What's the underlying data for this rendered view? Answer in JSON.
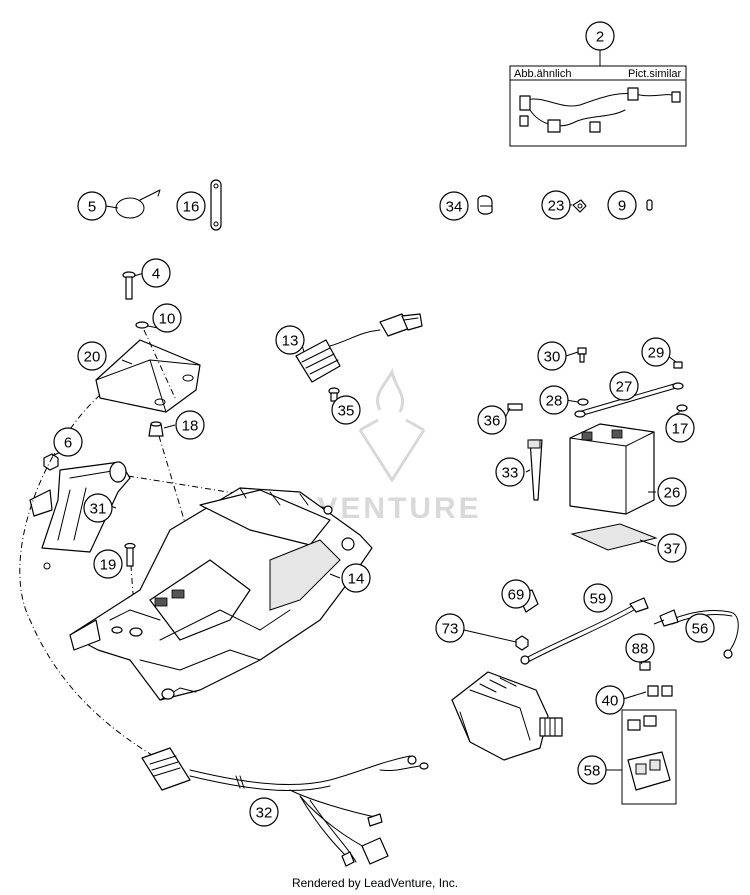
{
  "callouts": {
    "c2": "2",
    "c4": "4",
    "c5": "5",
    "c6": "6",
    "c9": "9",
    "c10": "10",
    "c13": "13",
    "c14": "14",
    "c16": "16",
    "c17": "17",
    "c18": "18",
    "c19": "19",
    "c20": "20",
    "c23": "23",
    "c26": "26",
    "c27": "27",
    "c28": "28",
    "c29": "29",
    "c30": "30",
    "c31": "31",
    "c32": "32",
    "c33": "33",
    "c34": "34",
    "c35": "35",
    "c36": "36",
    "c37": "37",
    "c40": "40",
    "c56": "56",
    "c58": "58",
    "c59": "59",
    "c69": "69",
    "c73": "73",
    "c88": "88"
  },
  "harness_box": {
    "left_label": "Abb.ähnlich",
    "right_label": "Pict.similar"
  },
  "watermark": {
    "text": "ADVENTURE"
  },
  "footer": {
    "text": "Rendered by LeadVenture, Inc."
  }
}
